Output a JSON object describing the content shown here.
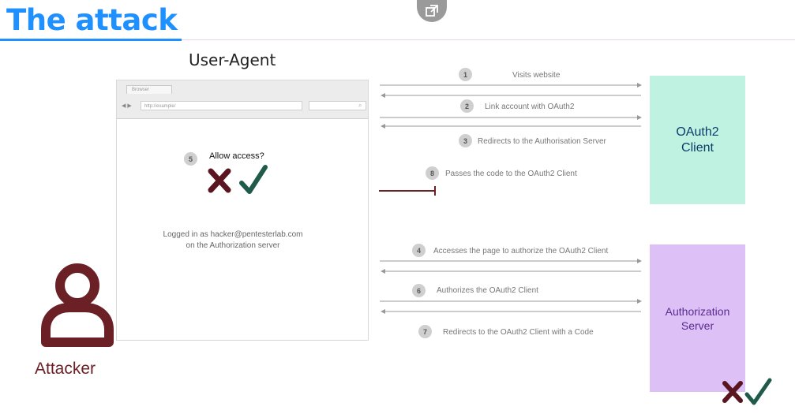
{
  "header": {
    "title": "The attack"
  },
  "user_agent": {
    "label": "User-Agent",
    "browser": {
      "tab_label": "Browser",
      "address": "http://example/",
      "nav_arrows": "◀ ▶"
    },
    "allow_step": "5",
    "allow_text": "Allow access?",
    "logged_in_line1": "Logged in as hacker@pentesterlab.com",
    "logged_in_line2": "on the Authorization server"
  },
  "steps": [
    {
      "num": "1",
      "text": "Visits website"
    },
    {
      "num": "2",
      "text": "Link account with OAuth2"
    },
    {
      "num": "3",
      "text": "Redirects to the Authorisation Server"
    },
    {
      "num": "8",
      "text": "Passes the code to the OAuth2 Client"
    },
    {
      "num": "4",
      "text": "Accesses the page to authorize the OAuth2 Client"
    },
    {
      "num": "6",
      "text": "Authorizes the OAuth2 Client"
    },
    {
      "num": "7",
      "text": "Redirects to the OAuth2 Client with a Code"
    }
  ],
  "oauth_client": {
    "line1": "OAuth2",
    "line2": "Client"
  },
  "auth_server": {
    "line1": "Authorization",
    "line2": "Server"
  },
  "attacker": {
    "label": "Attacker"
  },
  "colors": {
    "title": "#1e90ff",
    "attacker": "#6b2026",
    "deny": "#5a1520",
    "approve": "#1f5a4a",
    "oauth_client_bg": "#bff2e0",
    "auth_server_bg": "#dcc0f6"
  },
  "icons": [
    "expand-icon",
    "search-icon",
    "deny-x-icon",
    "approve-check-icon",
    "attacker-person-icon"
  ]
}
